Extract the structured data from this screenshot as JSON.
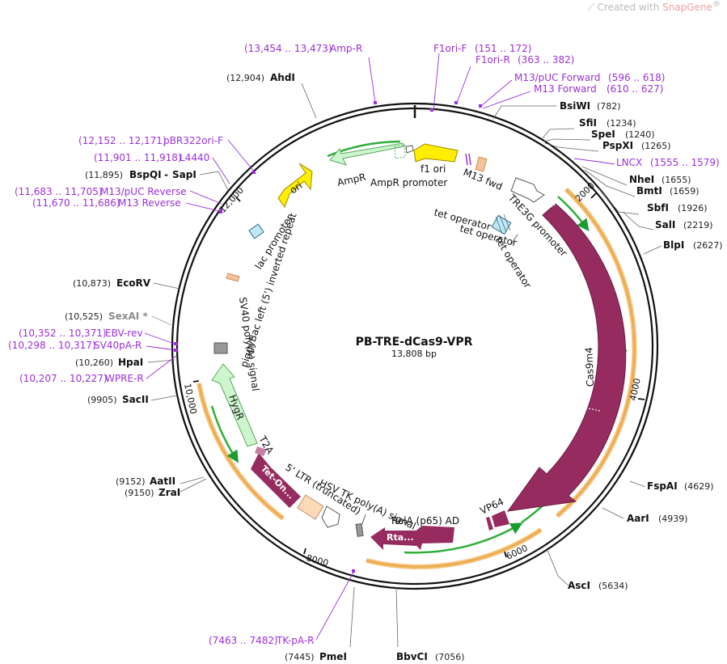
{
  "watermark": {
    "prefix": "Created with ",
    "brand": "SnapGene",
    "reg": "®"
  },
  "plasmid": {
    "name": "PB-TRE-dCas9-VPR",
    "size": "13,808 bp"
  },
  "enzymes": [
    {
      "name": "AhdI",
      "pos": "(12,904)"
    },
    {
      "name": "BsiWI",
      "pos": "(782)"
    },
    {
      "name": "SfiI",
      "pos": "(1234)"
    },
    {
      "name": "SpeI",
      "pos": "(1240)"
    },
    {
      "name": "PspXI",
      "pos": "(1265)"
    },
    {
      "name": "NheI",
      "pos": "(1655)"
    },
    {
      "name": "BmtI",
      "pos": "(1659)"
    },
    {
      "name": "SbfI",
      "pos": "(1926)"
    },
    {
      "name": "SalI",
      "pos": "(2219)"
    },
    {
      "name": "BlpI",
      "pos": "(2627)"
    },
    {
      "name": "FspAI",
      "pos": "(4629)"
    },
    {
      "name": "AarI",
      "pos": "(4939)"
    },
    {
      "name": "AscI",
      "pos": "(5634)"
    },
    {
      "name": "BbvCI",
      "pos": "(7056)"
    },
    {
      "name": "PmeI",
      "pos": "(7445)"
    },
    {
      "name": "ZraI",
      "pos": "(9150)"
    },
    {
      "name": "AatII",
      "pos": "(9152)"
    },
    {
      "name": "SacII",
      "pos": "(9905)"
    },
    {
      "name": "HpaI",
      "pos": "(10,260)"
    },
    {
      "name": "EcoRV",
      "pos": "(10,873)"
    },
    {
      "name": "BspQI",
      "pos": "(11,895)",
      "alt": "SapI"
    }
  ],
  "sexai": {
    "name": "SexAI *",
    "pos": "(10,525)"
  },
  "primers": [
    {
      "name": "Amp-R",
      "pos": "(13,454 .. 13,473)"
    },
    {
      "name": "F1ori-F",
      "pos": "(151 .. 172)"
    },
    {
      "name": "F1ori-R",
      "pos": "(363 .. 382)"
    },
    {
      "name": "M13/pUC Forward",
      "pos": "(596 .. 618)"
    },
    {
      "name": "M13 Forward",
      "pos": "(610 .. 627)"
    },
    {
      "name": "LNCX",
      "pos": "(1555 .. 1579)"
    },
    {
      "name": "pBR322ori-F",
      "pos": "(12,152 .. 12,171)"
    },
    {
      "name": "L4440",
      "pos": "(11,901 .. 11,918)"
    },
    {
      "name": "M13/pUC Reverse",
      "pos": "(11,683 .. 11,705)"
    },
    {
      "name": "M13 Reverse",
      "pos": "(11,670 .. 11,686)"
    },
    {
      "name": "EBV-rev",
      "pos": "(10,352 .. 10,371)"
    },
    {
      "name": "SV40pA-R",
      "pos": "(10,298 .. 10,317)"
    },
    {
      "name": "WPRE-R",
      "pos": "(10,207 .. 10,227)"
    },
    {
      "name": "TK-pA-R",
      "pos": "(7463 .. 7482)"
    }
  ],
  "features": {
    "f1_ori": "f1 ori",
    "ampr": "AmpR",
    "ampr_promoter": "AmpR promoter",
    "m13_fwd": "M13 fwd",
    "ori": "ori",
    "tre3g_promoter": "TRE3G promoter",
    "tet_operator": "tet operator",
    "lac_promoter": "lac promoter",
    "piggybac_left": "piggyBac left (5') inverted repeat",
    "sv40_polya": "SV40 poly(A) signal",
    "hygr": "HygR",
    "t2a": "T2A",
    "tet_on": "Tet-On...",
    "ltr": "5' LTR (truncated)",
    "hsv_tk": "HSV TK poly(A) signal",
    "rela": "RelA (p65) AD",
    "rta": "Rta...",
    "vp64": "VP64",
    "cas9m4": "Cas9m4"
  },
  "ticks": [
    "2000",
    "4000",
    "6000",
    "8000",
    "10,000",
    "12,000"
  ],
  "colors": {
    "cas9": "#962b5f",
    "hygr": "#cdf6cf",
    "ori": "#ffee00",
    "primer": "#9b30d9",
    "orange": "#f5b14c"
  }
}
